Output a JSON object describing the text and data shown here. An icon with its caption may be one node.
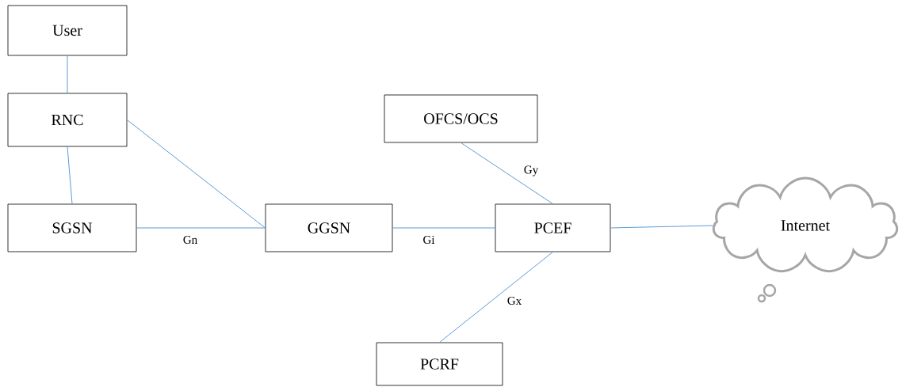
{
  "diagram": {
    "nodes": [
      {
        "text": [
          "User"
        ]
      },
      {
        "text": [
          "RNC"
        ]
      },
      {
        "text": [
          "SGSN"
        ]
      },
      {
        "text": [
          "GGSN"
        ]
      },
      {
        "text": [
          "OFCS/OCS"
        ]
      },
      {
        "text": [
          "PCEF"
        ]
      },
      {
        "text": [
          "PCRF"
        ]
      },
      {
        "text": [
          "Internet"
        ]
      }
    ],
    "edges": [
      {
        "from": 0,
        "to": 1,
        "arrow": "none"
      },
      {
        "from": 1,
        "to": 2,
        "arrow": "none"
      },
      {
        "from": 1,
        "to": 3,
        "arrow": "none"
      },
      {
        "from": 2,
        "to": 3,
        "arrow": "none",
        "label": "Gn"
      },
      {
        "from": 3,
        "to": 5,
        "arrow": "none",
        "label": "Gi"
      },
      {
        "from": 4,
        "to": 5,
        "arrow": "none",
        "label": "Gy"
      },
      {
        "from": 5,
        "to": 6,
        "arrow": "none",
        "label": "Gx"
      },
      {
        "from": 5,
        "to": 7,
        "arrow": "none"
      }
    ]
  }
}
